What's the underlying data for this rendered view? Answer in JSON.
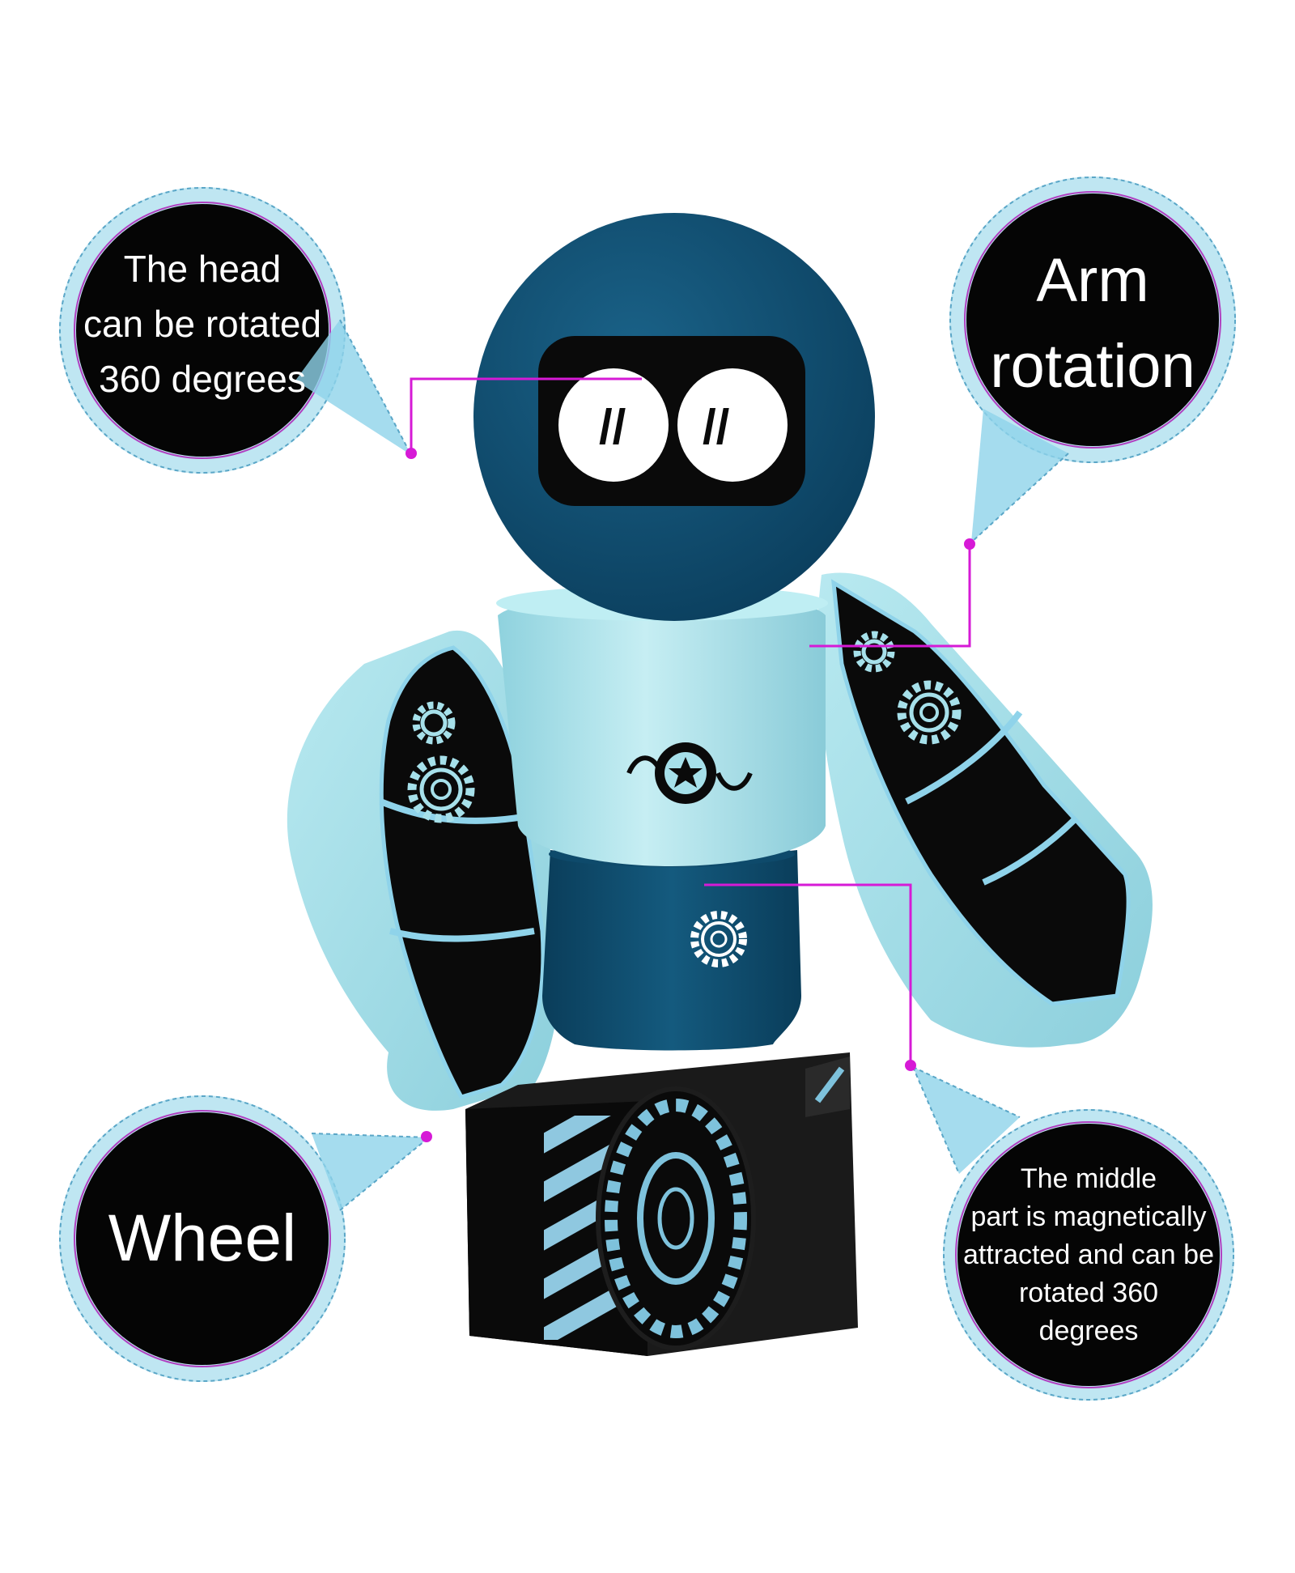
{
  "callouts": {
    "head": {
      "lines": [
        "The head",
        "can be rotated",
        "360 degrees"
      ]
    },
    "arm": {
      "lines": [
        "Arm",
        "rotation"
      ]
    },
    "wheel": {
      "lines": [
        "Wheel"
      ]
    },
    "middle": {
      "lines": [
        "The middle",
        "part is magnetically",
        "attracted and can be",
        "rotated 360",
        "degrees"
      ]
    }
  },
  "colors": {
    "bubble_fill": "#050505",
    "bubble_ring": "#8fd3ea",
    "ring_dash": "#5aa6c7",
    "leader_line": "#d61ad6",
    "robot_dark_blue": "#0e4a6b",
    "robot_light_blue": "#a6e0ea",
    "robot_black": "#0a0a0a"
  },
  "icons": [
    "gear-icon",
    "star-wheel-emblem"
  ]
}
